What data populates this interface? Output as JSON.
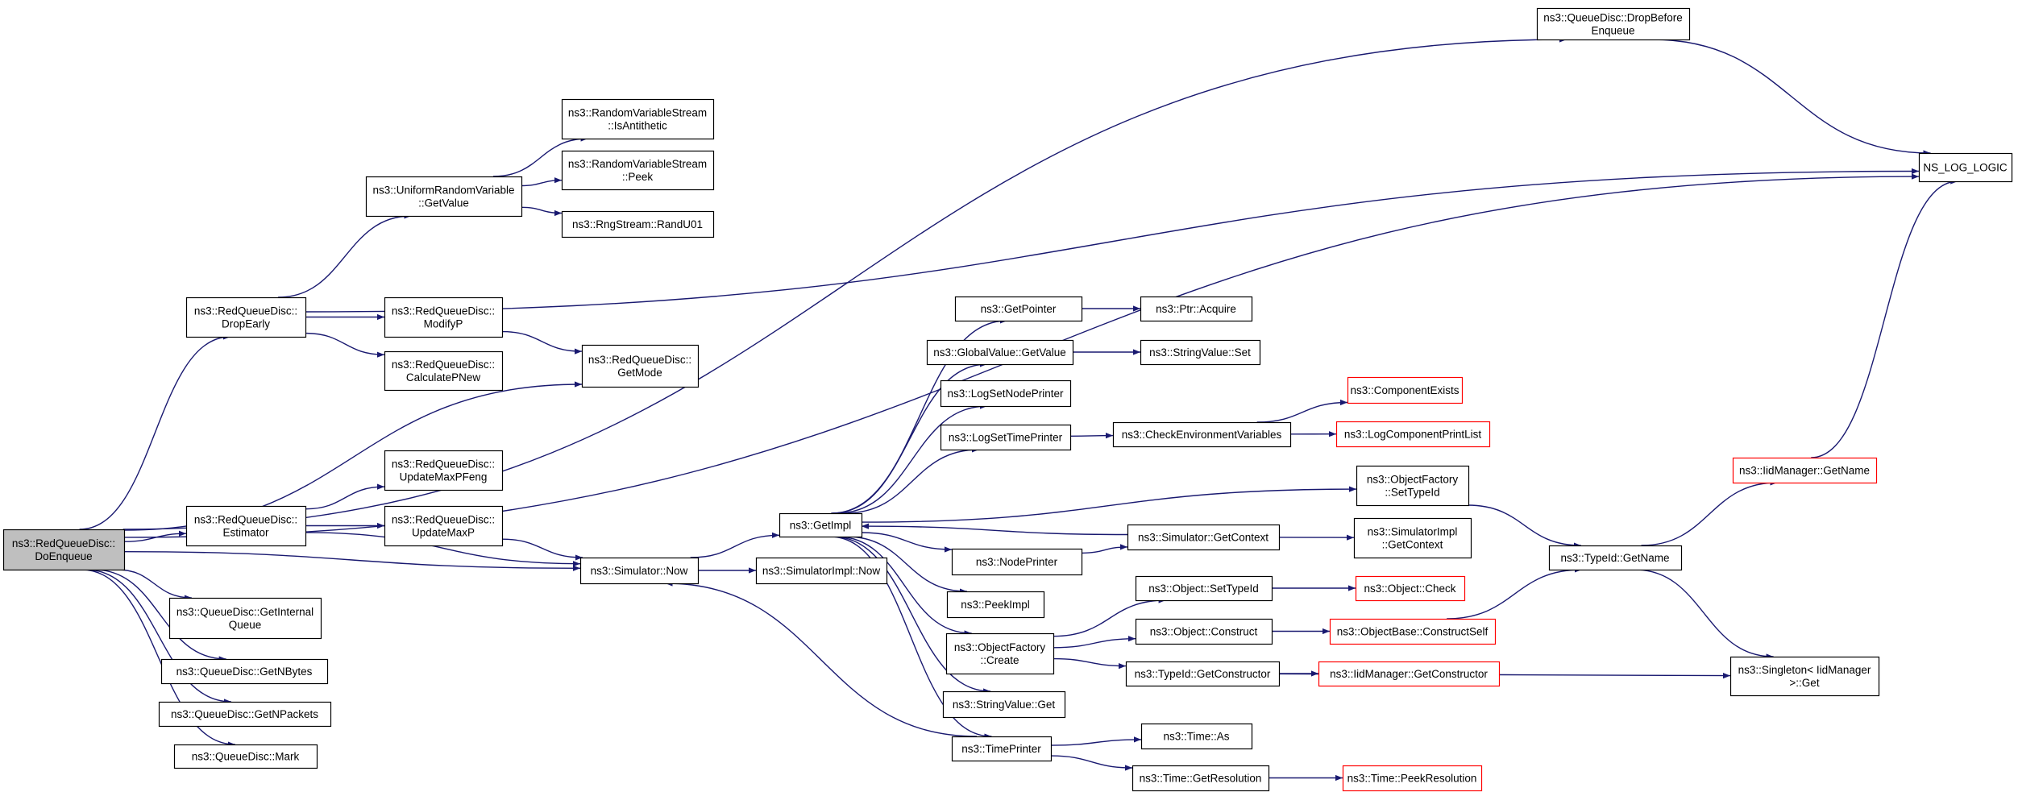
{
  "colors": {
    "edge": "#191970",
    "node_border": "#000000",
    "missing_border": "#ff0000",
    "root_fill": "#bfbfbf",
    "node_fill": "#ffffff"
  },
  "nodes": [
    {
      "id": "doenqueue",
      "lines": [
        "ns3::RedQueueDisc::",
        "DoEnqueue"
      ],
      "kind": "root"
    },
    {
      "id": "dropbefore",
      "lines": [
        "ns3::QueueDisc::DropBefore",
        "Enqueue"
      ],
      "kind": "normal"
    },
    {
      "id": "nslog",
      "lines": [
        "NS_LOG_LOGIC"
      ],
      "kind": "normal"
    },
    {
      "id": "isantithetic",
      "lines": [
        "ns3::RandomVariableStream",
        "::IsAntithetic"
      ],
      "kind": "normal"
    },
    {
      "id": "peek",
      "lines": [
        "ns3::RandomVariableStream",
        "::Peek"
      ],
      "kind": "normal"
    },
    {
      "id": "uniform",
      "lines": [
        "ns3::UniformRandomVariable",
        "::GetValue"
      ],
      "kind": "normal"
    },
    {
      "id": "randu01",
      "lines": [
        "ns3::RngStream::RandU01"
      ],
      "kind": "normal"
    },
    {
      "id": "dropearly",
      "lines": [
        "ns3::RedQueueDisc::",
        "DropEarly"
      ],
      "kind": "normal"
    },
    {
      "id": "modifyp",
      "lines": [
        "ns3::RedQueueDisc::",
        "ModifyP"
      ],
      "kind": "normal"
    },
    {
      "id": "calcpnew",
      "lines": [
        "ns3::RedQueueDisc::",
        "CalculatePNew"
      ],
      "kind": "normal"
    },
    {
      "id": "getmode",
      "lines": [
        "ns3::RedQueueDisc::",
        "GetMode"
      ],
      "kind": "normal"
    },
    {
      "id": "getpointer",
      "lines": [
        "ns3::GetPointer"
      ],
      "kind": "normal"
    },
    {
      "id": "acquire",
      "lines": [
        "ns3::Ptr::Acquire"
      ],
      "kind": "normal"
    },
    {
      "id": "gvgetvalue",
      "lines": [
        "ns3::GlobalValue::GetValue"
      ],
      "kind": "normal"
    },
    {
      "id": "svset",
      "lines": [
        "ns3::StringValue::Set"
      ],
      "kind": "normal"
    },
    {
      "id": "lognodeprinter",
      "lines": [
        "ns3::LogSetNodePrinter"
      ],
      "kind": "normal"
    },
    {
      "id": "logtimeprinter",
      "lines": [
        "ns3::LogSetTimePrinter"
      ],
      "kind": "normal"
    },
    {
      "id": "checkenv",
      "lines": [
        "ns3::CheckEnvironmentVariables"
      ],
      "kind": "normal"
    },
    {
      "id": "compexists",
      "lines": [
        "ns3::ComponentExists"
      ],
      "kind": "missing"
    },
    {
      "id": "logcompprint",
      "lines": [
        "ns3::LogComponentPrintList"
      ],
      "kind": "missing"
    },
    {
      "id": "updatepfeng",
      "lines": [
        "ns3::RedQueueDisc::",
        "UpdateMaxPFeng"
      ],
      "kind": "normal"
    },
    {
      "id": "estimator",
      "lines": [
        "ns3::RedQueueDisc::",
        "Estimator"
      ],
      "kind": "normal"
    },
    {
      "id": "updatemaxp",
      "lines": [
        "ns3::RedQueueDisc::",
        "UpdateMaxP"
      ],
      "kind": "normal"
    },
    {
      "id": "getimpl",
      "lines": [
        "ns3::GetImpl"
      ],
      "kind": "normal"
    },
    {
      "id": "ofsettypeid",
      "lines": [
        "ns3::ObjectFactory",
        "::SetTypeId"
      ],
      "kind": "normal"
    },
    {
      "id": "simnow",
      "lines": [
        "ns3::Simulator::Now"
      ],
      "kind": "normal"
    },
    {
      "id": "simimplnow",
      "lines": [
        "ns3::SimulatorImpl::Now"
      ],
      "kind": "normal"
    },
    {
      "id": "simgetcontext",
      "lines": [
        "ns3::Simulator::GetContext"
      ],
      "kind": "normal"
    },
    {
      "id": "simimplctx",
      "lines": [
        "ns3::SimulatorImpl",
        "::GetContext"
      ],
      "kind": "normal"
    },
    {
      "id": "nodeprinter",
      "lines": [
        "ns3::NodePrinter"
      ],
      "kind": "normal"
    },
    {
      "id": "typeidgetname",
      "lines": [
        "ns3::TypeId::GetName"
      ],
      "kind": "normal"
    },
    {
      "id": "iidgetname",
      "lines": [
        "ns3::IidManager::GetName"
      ],
      "kind": "missing"
    },
    {
      "id": "getinternalq",
      "lines": [
        "ns3::QueueDisc::GetInternal",
        "Queue"
      ],
      "kind": "normal"
    },
    {
      "id": "peekimpl",
      "lines": [
        "ns3::PeekImpl"
      ],
      "kind": "normal"
    },
    {
      "id": "objsettypeid",
      "lines": [
        "ns3::Object::SetTypeId"
      ],
      "kind": "normal"
    },
    {
      "id": "objcheck",
      "lines": [
        "ns3::Object::Check"
      ],
      "kind": "missing"
    },
    {
      "id": "ofcreate",
      "lines": [
        "ns3::ObjectFactory",
        "::Create"
      ],
      "kind": "normal"
    },
    {
      "id": "objconstruct",
      "lines": [
        "ns3::Object::Construct"
      ],
      "kind": "normal"
    },
    {
      "id": "constructself",
      "lines": [
        "ns3::ObjectBase::ConstructSelf"
      ],
      "kind": "missing"
    },
    {
      "id": "getnbytes",
      "lines": [
        "ns3::QueueDisc::GetNBytes"
      ],
      "kind": "normal"
    },
    {
      "id": "typeidgetctor",
      "lines": [
        "ns3::TypeId::GetConstructor"
      ],
      "kind": "normal"
    },
    {
      "id": "iidgetctor",
      "lines": [
        "ns3::IidManager::GetConstructor"
      ],
      "kind": "missing"
    },
    {
      "id": "singleton",
      "lines": [
        "ns3::Singleton< IidManager",
        " >::Get"
      ],
      "kind": "normal"
    },
    {
      "id": "getnpackets",
      "lines": [
        "ns3::QueueDisc::GetNPackets"
      ],
      "kind": "normal"
    },
    {
      "id": "svget",
      "lines": [
        "ns3::StringValue::Get"
      ],
      "kind": "normal"
    },
    {
      "id": "timeas",
      "lines": [
        "ns3::Time::As"
      ],
      "kind": "normal"
    },
    {
      "id": "timeprinter",
      "lines": [
        "ns3::TimePrinter"
      ],
      "kind": "normal"
    },
    {
      "id": "mark",
      "lines": [
        "ns3::QueueDisc::Mark"
      ],
      "kind": "normal"
    },
    {
      "id": "timegetres",
      "lines": [
        "ns3::Time::GetResolution"
      ],
      "kind": "normal"
    },
    {
      "id": "peekres",
      "lines": [
        "ns3::Time::PeekResolution"
      ],
      "kind": "missing"
    }
  ],
  "edges": [
    [
      "doenqueue",
      "dropbefore"
    ],
    [
      "doenqueue",
      "nslog"
    ],
    [
      "doenqueue",
      "dropearly"
    ],
    [
      "doenqueue",
      "getmode"
    ],
    [
      "doenqueue",
      "estimator"
    ],
    [
      "doenqueue",
      "simnow"
    ],
    [
      "doenqueue",
      "getinternalq"
    ],
    [
      "doenqueue",
      "getnbytes"
    ],
    [
      "doenqueue",
      "getnpackets"
    ],
    [
      "doenqueue",
      "mark"
    ],
    [
      "dropbefore",
      "nslog"
    ],
    [
      "dropearly",
      "uniform"
    ],
    [
      "dropearly",
      "nslog"
    ],
    [
      "dropearly",
      "modifyp"
    ],
    [
      "dropearly",
      "calcpnew"
    ],
    [
      "uniform",
      "isantithetic"
    ],
    [
      "uniform",
      "peek"
    ],
    [
      "uniform",
      "randu01"
    ],
    [
      "modifyp",
      "getmode"
    ],
    [
      "estimator",
      "updatepfeng"
    ],
    [
      "estimator",
      "updatemaxp"
    ],
    [
      "estimator",
      "simnow"
    ],
    [
      "updatemaxp",
      "simnow"
    ],
    [
      "simnow",
      "getimpl"
    ],
    [
      "simnow",
      "simimplnow"
    ],
    [
      "getimpl",
      "getpointer"
    ],
    [
      "getimpl",
      "gvgetvalue"
    ],
    [
      "getimpl",
      "lognodeprinter"
    ],
    [
      "getimpl",
      "logtimeprinter"
    ],
    [
      "getimpl",
      "ofsettypeid"
    ],
    [
      "getimpl",
      "nodeprinter"
    ],
    [
      "getimpl",
      "peekimpl"
    ],
    [
      "getimpl",
      "ofcreate"
    ],
    [
      "getimpl",
      "svget"
    ],
    [
      "getimpl",
      "timeprinter"
    ],
    [
      "getpointer",
      "acquire"
    ],
    [
      "gvgetvalue",
      "svset"
    ],
    [
      "logtimeprinter",
      "checkenv"
    ],
    [
      "checkenv",
      "compexists"
    ],
    [
      "checkenv",
      "logcompprint"
    ],
    [
      "ofsettypeid",
      "typeidgetname"
    ],
    [
      "simgetcontext",
      "getimpl"
    ],
    [
      "simgetcontext",
      "simimplctx"
    ],
    [
      "nodeprinter",
      "simgetcontext"
    ],
    [
      "ofcreate",
      "objsettypeid"
    ],
    [
      "ofcreate",
      "objconstruct"
    ],
    [
      "ofcreate",
      "typeidgetctor"
    ],
    [
      "objsettypeid",
      "objcheck"
    ],
    [
      "objconstruct",
      "constructself"
    ],
    [
      "constructself",
      "typeidgetname"
    ],
    [
      "typeidgetctor",
      "iidgetctor"
    ],
    [
      "typeidgetctor",
      "singleton"
    ],
    [
      "typeidgetname",
      "iidgetname"
    ],
    [
      "typeidgetname",
      "singleton"
    ],
    [
      "iidgetname",
      "nslog"
    ],
    [
      "timeprinter",
      "timeas"
    ],
    [
      "timeprinter",
      "timegetres"
    ],
    [
      "timeprinter",
      "simnow"
    ],
    [
      "timegetres",
      "peekres"
    ]
  ]
}
